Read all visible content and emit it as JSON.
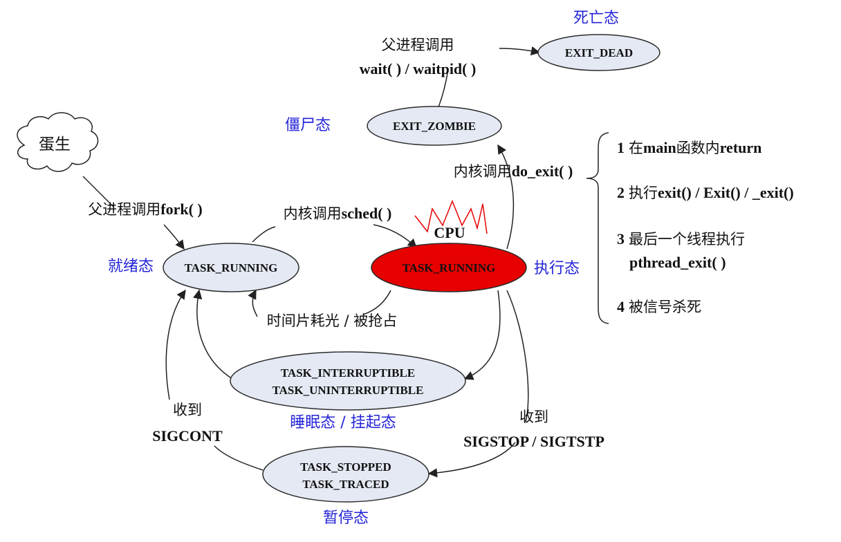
{
  "states": {
    "exit_dead": "EXIT_DEAD",
    "exit_zombie": "EXIT_ZOMBIE",
    "running_ready": "TASK_RUNNING",
    "running_exec": "TASK_RUNNING",
    "sleep_line1": "TASK_INTERRUPTIBLE",
    "sleep_line2": "TASK_UNINTERRUPTIBLE",
    "stopped_line1": "TASK_STOPPED",
    "stopped_line2": "TASK_TRACED"
  },
  "state_names": {
    "dead": "死亡态",
    "zombie": "僵尸态",
    "ready": "就绪态",
    "exec": "执行态",
    "sleep": "睡眠态 / 挂起态",
    "stopped": "暂停态"
  },
  "cloud": {
    "birth": "蛋生"
  },
  "transitions": {
    "wait_line1": "父进程调用",
    "wait_line2": "wait( ) / waitpid( )",
    "do_exit_prefix": "内核调用",
    "do_exit_func": "do_exit( )",
    "fork_prefix": "父进程调用",
    "fork_func": "fork( )",
    "sched_prefix": "内核调用",
    "sched_func": "sched( )",
    "cpu": "CPU",
    "preempt": "时间片耗光 / 被抢占",
    "sigcont_line1": "收到",
    "sigcont_line2": "SIGCONT",
    "sigstop_line1": "收到",
    "sigstop_line2": "SIGSTOP / SIGTSTP"
  },
  "exit_reasons": {
    "r1_num": "1",
    "r1_text": "在",
    "r1_code": "main",
    "r1_text2": "函数内",
    "r1_code2": "return",
    "r2_num": "2",
    "r2_text": "执行",
    "r2_code": "exit() / Exit() / _exit()",
    "r3_num": "3",
    "r3_text": "最后一个线程执行",
    "r3_code": "pthread_exit( )",
    "r4_num": "4",
    "r4_text": "被信号杀死"
  },
  "colors": {
    "state_fill": "#e4e9f3",
    "active_fill": "#e60000",
    "state_name_color": "#2323d8",
    "line_color": "#222222"
  }
}
